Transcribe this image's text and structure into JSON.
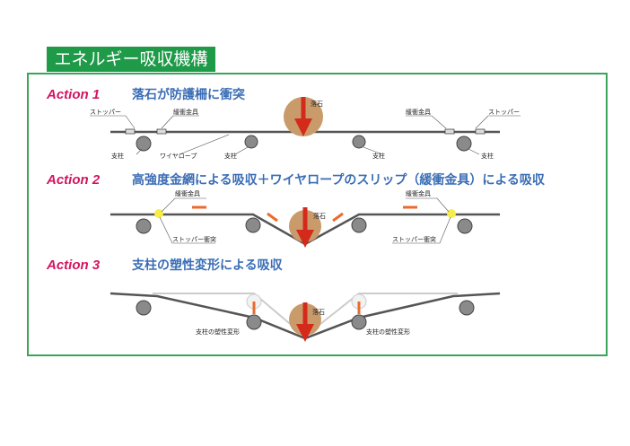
{
  "title": "エネルギー吸収機構",
  "actions": [
    {
      "label": "Action 1",
      "heading": "落石が防護柵に衝突"
    },
    {
      "label": "Action 2",
      "heading": "高強度金網による吸収＋ワイヤロープのスリップ（緩衝金具）による吸収"
    },
    {
      "label": "Action 3",
      "heading": "支柱の塑性変形による吸収"
    }
  ],
  "labels": {
    "stopper": "ストッパー",
    "buffer": "緩衝金具",
    "post": "支柱",
    "wire": "ワイヤロープ",
    "rock": "落石",
    "stopper_hit": "ストッパー衝突",
    "post_deform": "支柱の塑性変形"
  },
  "colors": {
    "title_bg": "#1f9a48",
    "action": "#d3145f",
    "heading": "#3a6db5",
    "rock": "#c99b6b",
    "arrow": "#d42a1c",
    "slip": "#ec6a2a"
  }
}
